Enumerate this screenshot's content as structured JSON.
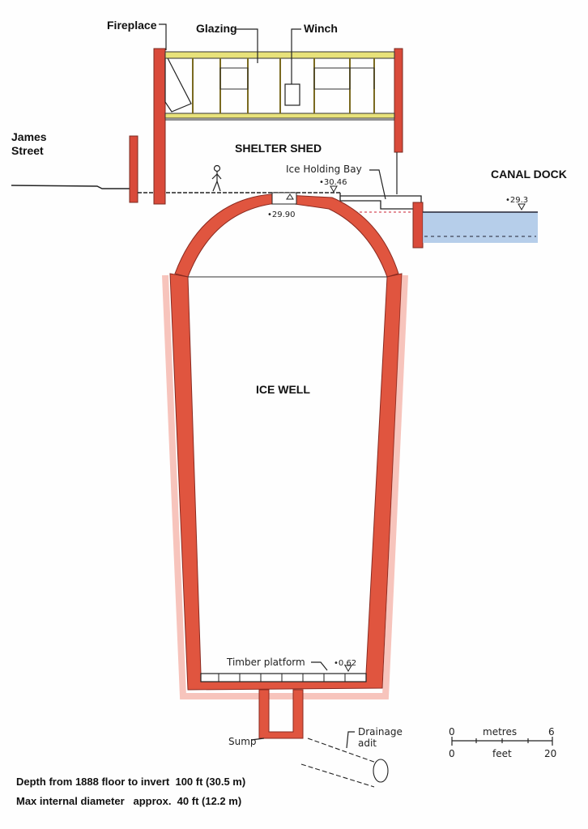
{
  "labels": {
    "fireplace": "Fireplace",
    "glazing": "Glazing",
    "winch": "Winch",
    "james_street_line1": "James",
    "james_street_line2": "Street",
    "shelter_shed": "SHELTER SHED",
    "ice_holding_bay": "Ice Holding Bay",
    "canal_dock": "CANAL DOCK",
    "ice_well": "ICE WELL",
    "timber_platform": "Timber platform",
    "sump": "Sump",
    "drainage_line1": "Drainage",
    "drainage_line2": "adit"
  },
  "levels": {
    "holding_bay": "•30.46",
    "dome_top": "•29.90",
    "canal": "•29.3",
    "platform": "•0.62"
  },
  "scale": {
    "metres_label": "metres",
    "feet_label": "feet",
    "metres_min": "0",
    "metres_max": "6",
    "feet_min": "0",
    "feet_max": "20"
  },
  "notes": {
    "depth": "Depth from 1888 floor to invert  100 ft (30.5 m)",
    "diameter": "Max internal diameter   approx.  40 ft (12.2 m)"
  },
  "colors": {
    "brick": "#e0553f",
    "brick_outer": "#f08a7a",
    "water": "#a9c6e6",
    "glazing": "#e8e27a"
  }
}
